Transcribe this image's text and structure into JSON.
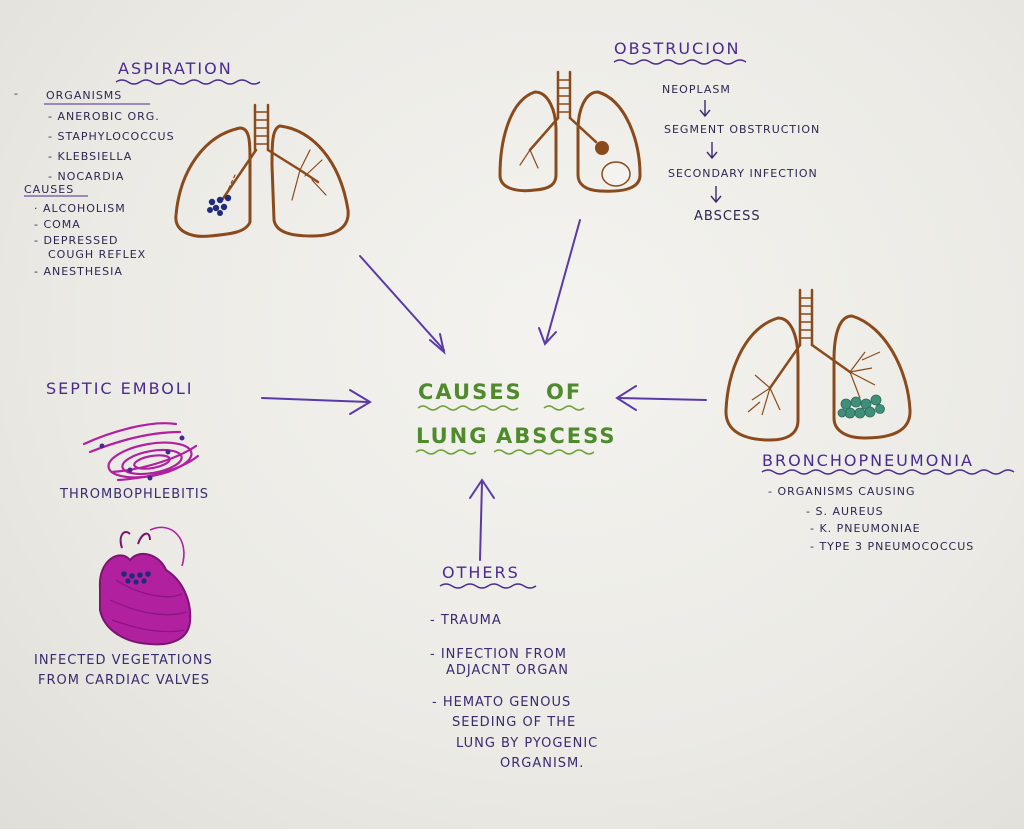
{
  "center": {
    "line1_a": "CAUSES",
    "line1_b": "OF",
    "line2_a": "LUNG",
    "line2_b": "ABSCESS"
  },
  "aspiration": {
    "title": "ASPIRATION",
    "organisms_heading": "ORGANISMS",
    "organisms": [
      "- ANEROBIC ORG.",
      "- STAPHYLOCOCCUS",
      "- KLEBSIELLA",
      "- NOCARDIA"
    ],
    "causes_heading": "CAUSES",
    "causes": [
      "· ALCOHOLISM",
      "- COMA",
      "- DEPRESSED",
      "COUGH REFLEX",
      "- ANESTHESIA"
    ]
  },
  "obstruction": {
    "title": "OBSTRUCION",
    "steps": [
      "NEOPLASM",
      "SEGMENT OBSTRUCTION",
      "SECONDARY INFECTION",
      "ABSCESS"
    ]
  },
  "septic": {
    "title": "SEPTIC EMBOLI",
    "thrombo": "THROMBOPHLEBITIS",
    "veg_line1": "INFECTED VEGETATIONS",
    "veg_line2": "FROM CARDIAC VALVES"
  },
  "broncho": {
    "title": "BRONCHOPNEUMONIA",
    "heading": "- ORGANISMS CAUSING",
    "items": [
      "- S. AUREUS",
      "- K. PNEUMONIAE",
      "- TYPE 3 PNEUMOCOCCUS"
    ]
  },
  "others": {
    "title": "OTHERS",
    "items": [
      "- TRAUMA",
      "- INFECTION FROM",
      "ADJACNT ORGAN",
      "- HEMATO GENOUS",
      "SEEDING OF THE",
      "LUNG BY PYOGENIC",
      "ORGANISM."
    ]
  },
  "colors": {
    "ink_purple": "#4b2a8f",
    "ink_green": "#4f8a2c",
    "lung_brown": "#8a4a1c",
    "magenta": "#b0209f",
    "teal_nodules": "#3f8f7a"
  }
}
